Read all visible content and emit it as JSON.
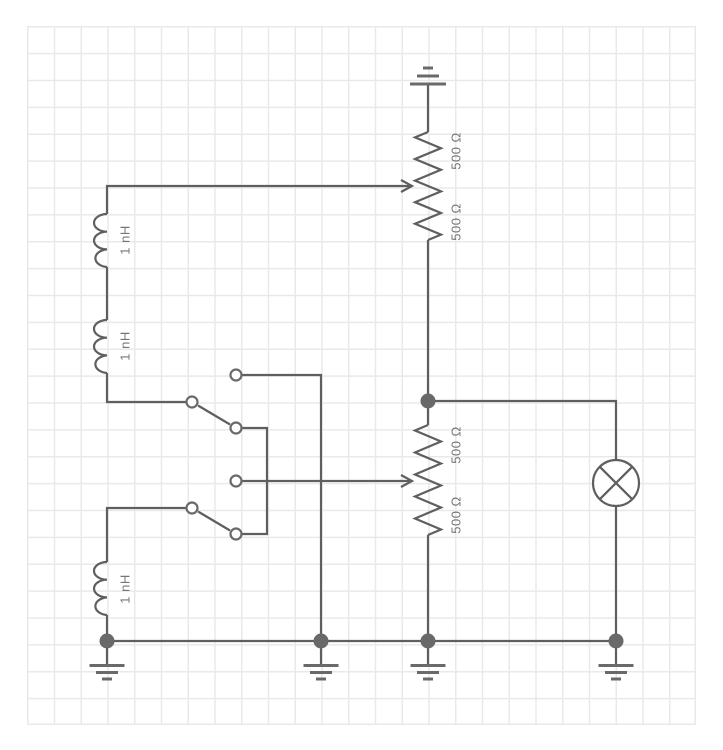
{
  "colors": {
    "background": "#ffffff",
    "grid": "#eae8ec",
    "wire": "#5f5f5f",
    "junction_dot": "#696969",
    "label_text": "#757575"
  },
  "components": {
    "ground_top": {
      "type": "ground"
    },
    "pot1": {
      "type": "potentiometer",
      "labels": [
        "500 Ω",
        "500 Ω"
      ]
    },
    "pot2": {
      "type": "potentiometer",
      "labels": [
        "500 Ω",
        "500 Ω"
      ]
    },
    "inductor1": {
      "type": "inductor",
      "label": "1 nH"
    },
    "inductor2": {
      "type": "inductor",
      "label": "1 nH"
    },
    "inductor3": {
      "type": "inductor",
      "label": "1 nH"
    },
    "switch1": {
      "type": "spdt-switch"
    },
    "switch2": {
      "type": "spdt-switch"
    },
    "wiper_terminal": {
      "type": "open-terminal"
    },
    "lamp": {
      "type": "indicator-lamp"
    },
    "ground_bottom_left": {
      "type": "ground"
    },
    "ground_bottom_mid1": {
      "type": "ground"
    },
    "ground_bottom_mid2": {
      "type": "ground"
    },
    "ground_bottom_right": {
      "type": "ground"
    }
  }
}
